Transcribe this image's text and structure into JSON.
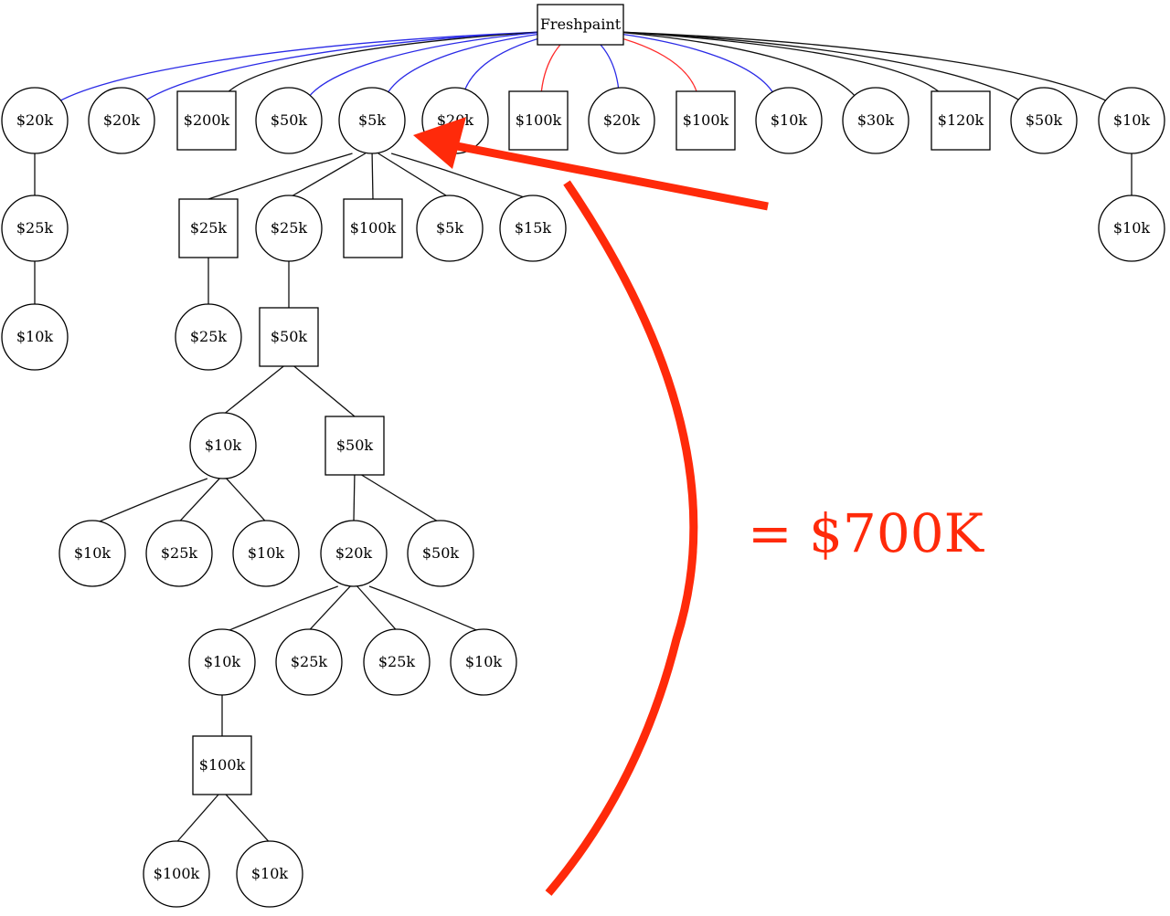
{
  "colors": {
    "edge_default": "#111111",
    "edge_blue": "#2a2ae6",
    "edge_red": "#ff2a2a",
    "annotation": "#ff2a0a"
  },
  "diagram": {
    "nodes": [
      {
        "id": "root",
        "label": "Freshpaint",
        "shape": "box"
      },
      {
        "id": "a1",
        "label": "$20k",
        "shape": "circle"
      },
      {
        "id": "a2",
        "label": "$20k",
        "shape": "circle"
      },
      {
        "id": "a3",
        "label": "$200k",
        "shape": "box"
      },
      {
        "id": "a4",
        "label": "$50k",
        "shape": "circle"
      },
      {
        "id": "a5",
        "label": "$5k",
        "shape": "circle"
      },
      {
        "id": "a6",
        "label": "$20k",
        "shape": "circle"
      },
      {
        "id": "a7",
        "label": "$100k",
        "shape": "box"
      },
      {
        "id": "a8",
        "label": "$20k",
        "shape": "circle"
      },
      {
        "id": "a9",
        "label": "$100k",
        "shape": "box"
      },
      {
        "id": "a10",
        "label": "$10k",
        "shape": "circle"
      },
      {
        "id": "a11",
        "label": "$30k",
        "shape": "circle"
      },
      {
        "id": "a12",
        "label": "$120k",
        "shape": "box"
      },
      {
        "id": "a13",
        "label": "$50k",
        "shape": "circle"
      },
      {
        "id": "a14",
        "label": "$10k",
        "shape": "circle"
      },
      {
        "id": "b1",
        "label": "$25k",
        "shape": "circle"
      },
      {
        "id": "b2",
        "label": "$25k",
        "shape": "box"
      },
      {
        "id": "b3",
        "label": "$25k",
        "shape": "circle"
      },
      {
        "id": "b4",
        "label": "$100k",
        "shape": "box"
      },
      {
        "id": "b5",
        "label": "$5k",
        "shape": "circle"
      },
      {
        "id": "b6",
        "label": "$15k",
        "shape": "circle"
      },
      {
        "id": "b7",
        "label": "$10k",
        "shape": "circle"
      },
      {
        "id": "c1",
        "label": "$10k",
        "shape": "circle"
      },
      {
        "id": "c2",
        "label": "$25k",
        "shape": "circle"
      },
      {
        "id": "c3",
        "label": "$50k",
        "shape": "box"
      },
      {
        "id": "d1",
        "label": "$10k",
        "shape": "circle"
      },
      {
        "id": "d2",
        "label": "$50k",
        "shape": "box"
      },
      {
        "id": "e1",
        "label": "$10k",
        "shape": "circle"
      },
      {
        "id": "e2",
        "label": "$25k",
        "shape": "circle"
      },
      {
        "id": "e3",
        "label": "$10k",
        "shape": "circle"
      },
      {
        "id": "e4",
        "label": "$20k",
        "shape": "circle"
      },
      {
        "id": "e5",
        "label": "$50k",
        "shape": "circle"
      },
      {
        "id": "f1",
        "label": "$10k",
        "shape": "circle"
      },
      {
        "id": "f2",
        "label": "$25k",
        "shape": "circle"
      },
      {
        "id": "f3",
        "label": "$25k",
        "shape": "circle"
      },
      {
        "id": "f4",
        "label": "$10k",
        "shape": "circle"
      },
      {
        "id": "g1",
        "label": "$100k",
        "shape": "box"
      },
      {
        "id": "h1",
        "label": "$100k",
        "shape": "circle"
      },
      {
        "id": "h2",
        "label": "$10k",
        "shape": "circle"
      }
    ],
    "edges": [
      {
        "from": "root",
        "to": "a1",
        "color": "blue"
      },
      {
        "from": "root",
        "to": "a2",
        "color": "blue"
      },
      {
        "from": "root",
        "to": "a3",
        "color": "default"
      },
      {
        "from": "root",
        "to": "a4",
        "color": "blue"
      },
      {
        "from": "root",
        "to": "a5",
        "color": "blue"
      },
      {
        "from": "root",
        "to": "a6",
        "color": "blue"
      },
      {
        "from": "root",
        "to": "a7",
        "color": "red"
      },
      {
        "from": "root",
        "to": "a8",
        "color": "blue"
      },
      {
        "from": "root",
        "to": "a9",
        "color": "red"
      },
      {
        "from": "root",
        "to": "a10",
        "color": "blue"
      },
      {
        "from": "root",
        "to": "a11",
        "color": "default"
      },
      {
        "from": "root",
        "to": "a12",
        "color": "default"
      },
      {
        "from": "root",
        "to": "a13",
        "color": "default"
      },
      {
        "from": "root",
        "to": "a14",
        "color": "default"
      },
      {
        "from": "a1",
        "to": "b1",
        "color": "default"
      },
      {
        "from": "b1",
        "to": "c1",
        "color": "default"
      },
      {
        "from": "a5",
        "to": "b2",
        "color": "default"
      },
      {
        "from": "a5",
        "to": "b3",
        "color": "default"
      },
      {
        "from": "a5",
        "to": "b4",
        "color": "default"
      },
      {
        "from": "a5",
        "to": "b5",
        "color": "default"
      },
      {
        "from": "a5",
        "to": "b6",
        "color": "default"
      },
      {
        "from": "a14",
        "to": "b7",
        "color": "default"
      },
      {
        "from": "b2",
        "to": "c2",
        "color": "default"
      },
      {
        "from": "b3",
        "to": "c3",
        "color": "default"
      },
      {
        "from": "c3",
        "to": "d1",
        "color": "default"
      },
      {
        "from": "c3",
        "to": "d2",
        "color": "default"
      },
      {
        "from": "d1",
        "to": "e1",
        "color": "default"
      },
      {
        "from": "d1",
        "to": "e2",
        "color": "default"
      },
      {
        "from": "d1",
        "to": "e3",
        "color": "default"
      },
      {
        "from": "d2",
        "to": "e4",
        "color": "default"
      },
      {
        "from": "d2",
        "to": "e5",
        "color": "default"
      },
      {
        "from": "e4",
        "to": "f1",
        "color": "default"
      },
      {
        "from": "e4",
        "to": "f2",
        "color": "default"
      },
      {
        "from": "e4",
        "to": "f3",
        "color": "default"
      },
      {
        "from": "e4",
        "to": "f4",
        "color": "default"
      },
      {
        "from": "f1",
        "to": "g1",
        "color": "default"
      },
      {
        "from": "g1",
        "to": "h1",
        "color": "default"
      },
      {
        "from": "g1",
        "to": "h2",
        "color": "default"
      }
    ]
  },
  "annotation": {
    "total_text": "= $700K"
  }
}
